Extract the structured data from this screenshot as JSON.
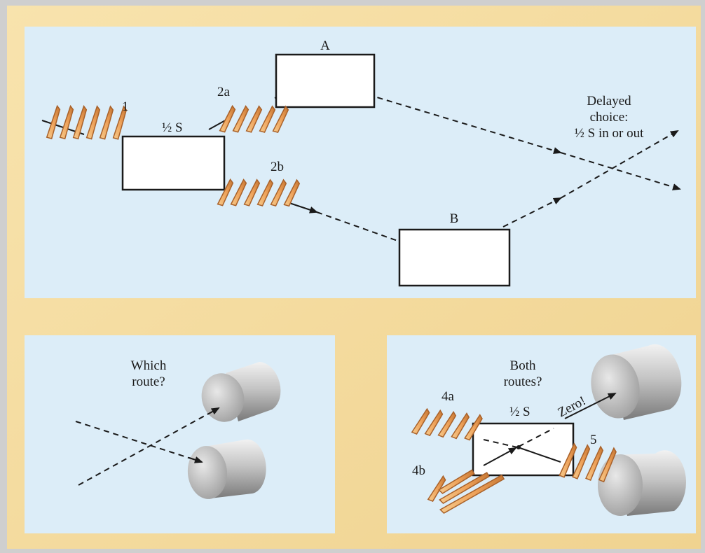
{
  "colors": {
    "frame": "#f6dfa6",
    "panel": "#dcedf8",
    "filter": "#f0b06a",
    "filter_edge": "#a8612a",
    "path": "#1a1a1a"
  },
  "top": {
    "filter_1": "1",
    "splitter_label": "½ S",
    "filter_2a": "2a",
    "filter_2b": "2b",
    "box_a": "A",
    "box_b": "B",
    "delayed_choice": [
      "Delayed",
      "choice:",
      "½ S in or out"
    ]
  },
  "bottom_left": {
    "question": [
      "Which",
      "route?"
    ]
  },
  "bottom_right": {
    "question": [
      "Both",
      "routes?"
    ],
    "filter_4a": "4a",
    "filter_4b": "4b",
    "splitter_label": "½ S",
    "zero_label": "Zero!",
    "filter_5": "5"
  }
}
